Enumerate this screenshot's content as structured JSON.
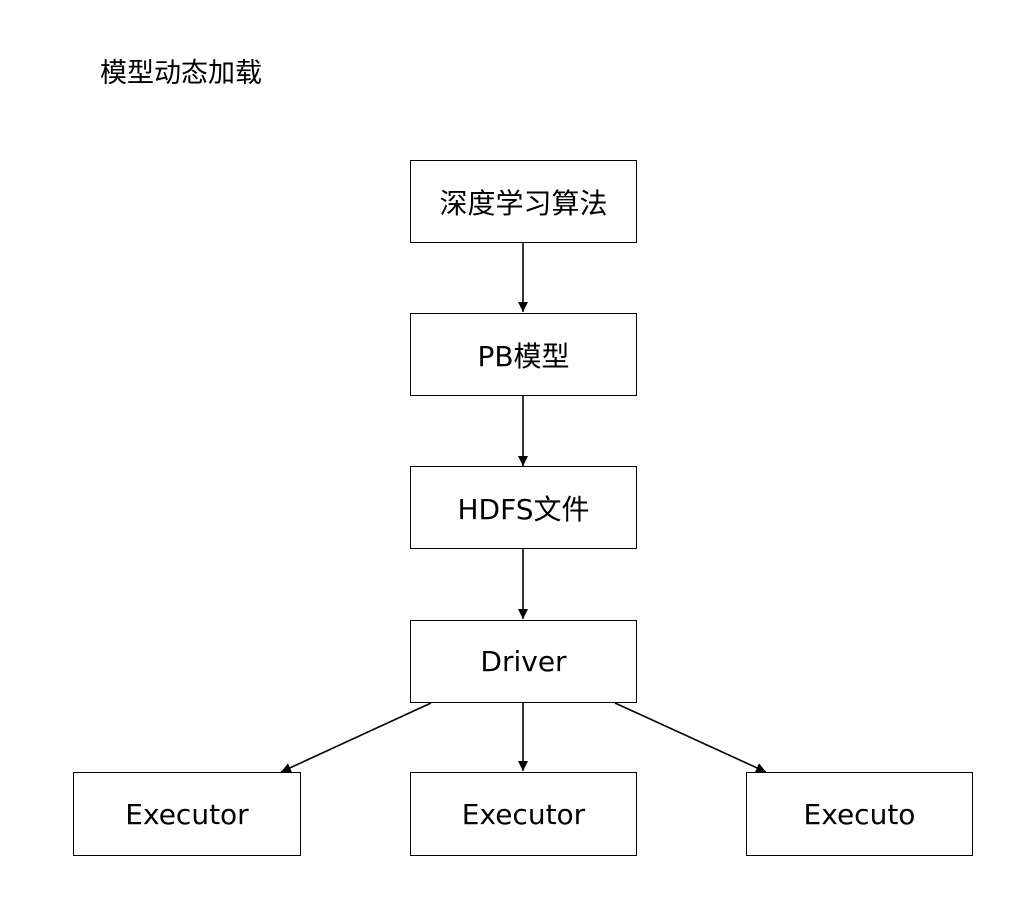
{
  "title": "模型动态加载",
  "nodes": {
    "algorithm": "深度学习算法",
    "pb_model": "PB模型",
    "hdfs_file": "HDFS文件",
    "driver": "Driver",
    "executor_left": "Executor",
    "executor_center": "Executor",
    "executor_right": "Executo"
  },
  "colors": {
    "line": "#000000",
    "box_fill": "#ffffff",
    "background": "#ffffff"
  }
}
